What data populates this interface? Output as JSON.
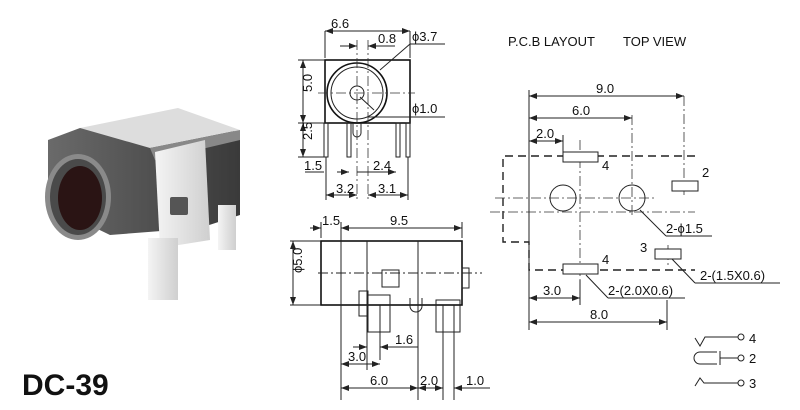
{
  "product": {
    "model": "DC-39"
  },
  "front_view": {
    "width": "6.6",
    "offset": "0.8",
    "outer_dia": "ϕ3.7",
    "height": "5.0",
    "pin_len": "2.5",
    "pin_dia": "ϕ1.0",
    "left_pin": "1.5",
    "right_pin": "2.4",
    "span_left": "3.2",
    "span_right": "3.1"
  },
  "side_view": {
    "front": "1.5",
    "length": "9.5",
    "dia": "ϕ5.0",
    "d1": "1.6",
    "d2": "3.0",
    "d3": "6.0",
    "d4": "2.0",
    "d5": "1.0"
  },
  "pcb_layout": {
    "title": "P.C.B LAYOUT",
    "subtitle": "TOP VIEW",
    "w1": "9.0",
    "w2": "6.0",
    "w3": "2.0",
    "b1": "3.0",
    "b2": "8.0",
    "holes": "2-ϕ1.5",
    "pad_small": "2-(1.5X0.6)",
    "pad_large": "2-(2.0X0.6)",
    "pin_top": "4",
    "pin_right": "2",
    "pin_3": "3",
    "pin_bottom": "4"
  },
  "schematic": {
    "pin_a": "4",
    "pin_b": "2",
    "pin_c": "3"
  }
}
